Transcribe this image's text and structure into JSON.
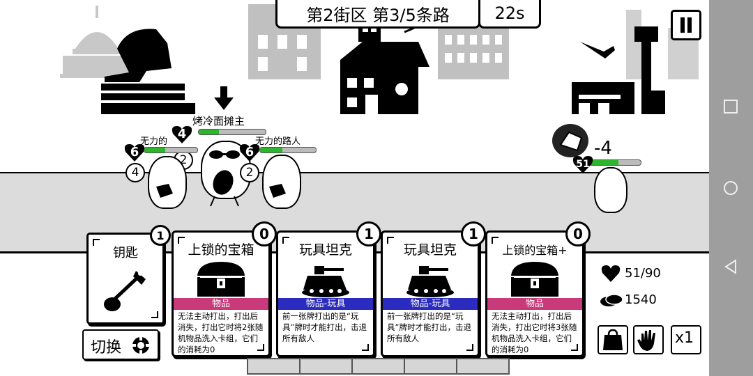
{
  "header": {
    "district": "第2街区 第3/5条路",
    "timer": "22s"
  },
  "boss": {
    "name": "烤冷面摊主",
    "hp": "4",
    "block": "2",
    "hp_fraction": 0.3
  },
  "enemies": [
    {
      "name": "无力的",
      "hp": "6",
      "block": "4",
      "hp_fraction": 0.4
    },
    {
      "name": "无力的路人",
      "hp": "6",
      "block": "2",
      "hp_fraction": 0.4
    }
  ],
  "player": {
    "hp": "51",
    "damage_popup": "-4",
    "hp_fraction": 0.57
  },
  "key_card": {
    "label": "钥匙",
    "count": "1"
  },
  "cards": [
    {
      "title": "上锁的宝箱",
      "cost": "0",
      "type": "物品",
      "type_color": "#c83a7a",
      "desc": "无法主动打出，打出后消失，打出它时将2张随机物品洗入卡组，它们的消耗为0",
      "art": "chest"
    },
    {
      "title": "玩具坦克",
      "cost": "1",
      "type": "物品-玩具",
      "type_color": "#2b2bbf",
      "desc": "前一张牌打出的是“玩具”牌时才能打出，击退所有敌人",
      "art": "tank"
    },
    {
      "title": "玩具坦克",
      "cost": "1",
      "type": "物品-玩具",
      "type_color": "#2b2bbf",
      "desc": "前一张牌打出的是“玩具”牌时才能打出，击退所有敌人",
      "art": "tank"
    },
    {
      "title": "上锁的宝箱+",
      "cost": "0",
      "type": "物品",
      "type_color": "#c83a7a",
      "desc": "无法主动打出，打出后消失，打出它时将3张随机物品洗入卡组，它们的消耗为0",
      "art": "chest"
    }
  ],
  "stats": {
    "hp": "51/90",
    "coins": "1540"
  },
  "buttons": {
    "switch": "切换",
    "speed": "x1"
  },
  "icons": [
    "pause-icon",
    "heart-icon",
    "coin-icon",
    "bag-icon",
    "hand-icon",
    "key-icon",
    "lifebuoy-icon",
    "chest-icon",
    "tank-icon",
    "arrow-down-icon",
    "square-icon",
    "circle-icon",
    "triangle-back-icon"
  ]
}
